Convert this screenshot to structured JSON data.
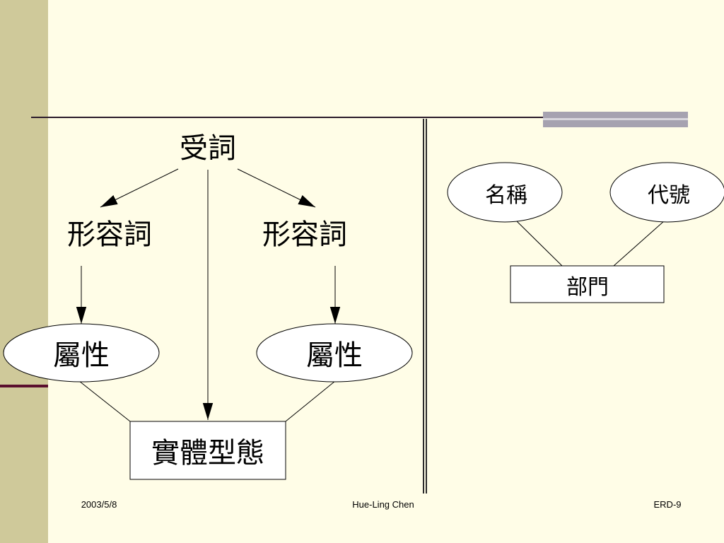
{
  "left_diagram": {
    "top_label": "受詞",
    "adjective_left": "形容詞",
    "adjective_right": "形容詞",
    "attribute_left": "屬性",
    "attribute_right": "屬性",
    "entity_type": "實體型態"
  },
  "right_diagram": {
    "attribute_name": "名稱",
    "attribute_code": "代號",
    "entity": "部門"
  },
  "footer": {
    "date": "2003/5/8",
    "author": "Hue-Ling Chen",
    "slide_id": "ERD-9"
  }
}
